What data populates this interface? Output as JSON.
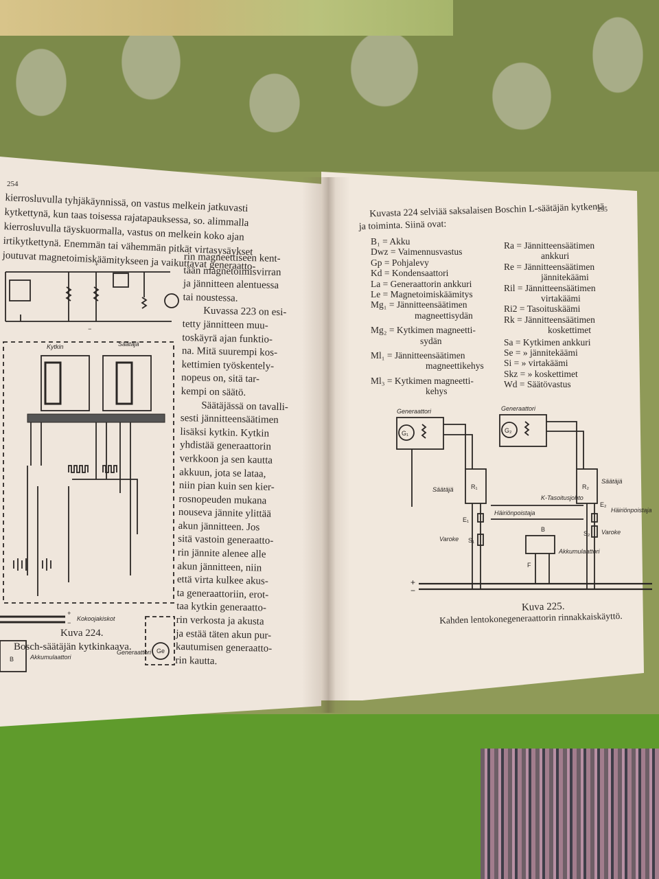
{
  "left_page": {
    "page_number": "254",
    "top_lines": [
      "kierrosluvulla tyhjäkäynnissä, on vastus melkein jatkuvasti",
      "kytkettynä, kun taas toisessa rajatapauksessa, so. alimmalla",
      "kierrosluvulla täyskuormalla, vastus on melkein koko ajan",
      "irtikytkettynä. Enemmän tai vähemmän pitkät virtasysäykset",
      "joutuvat magnetoimiskäämitykseen ja vaikuttavat generaatto-"
    ],
    "column_lines": [
      "rin magneettiseen kent-",
      "tään magnetoimisvirran",
      "ja jännitteen alentuessa",
      "tai noustessa.",
      "Kuvassa 223 on esi-",
      "tetty jännitteen muu-",
      "toskäyrä ajan funktio-",
      "na. Mitä suurempi kos-",
      "kettimien työskentely-",
      "nopeus on, sitä tar-",
      "kempi on säätö.",
      "Säätäjässä on tavalli-",
      "sesti jännitteensäätimen",
      "lisäksi kytkin. Kytkin",
      "yhdistää generaattorin",
      "verkkoon ja sen kautta",
      "akkuun, jota se lataa,",
      "niin pian kuin sen kier-",
      "rosnopeuden mukana",
      "nouseva jännite ylittää",
      "akun jännitteen. Jos",
      "sitä vastoin generaatto-",
      "rin jännite alenee alle",
      "akun jännitteen, niin",
      "että virta kulkee akus-",
      "ta generaattoriin, erot-",
      "taa kytkin generaatto-",
      "rin verkosta ja akusta",
      "ja estää täten akun pur-",
      "kautumisen generaatto-",
      "rin kautta."
    ],
    "figure_caption_title": "Kuva 224.",
    "figure_caption_text": "Bosch-säätäjän kytkinkaava.",
    "diagram_labels": {
      "kytkin": "Kytkin",
      "saataja": "Säätäjä",
      "kokoojakiskot": "Kokoojakiskot",
      "akkumulaattori": "Akkumulaattori",
      "generaattori": "Generaattori",
      "plus": "+",
      "minus": "−",
      "b": "B",
      "ge": "Ge"
    }
  },
  "right_page": {
    "page_number": "255",
    "intro_lines": [
      "Kuvasta 224 selviää saksalaisen Boschin L-säätäjän kytkentä",
      "ja toiminta. Siinä ovat:"
    ],
    "legend_left": [
      "B₁ = Akku",
      "Dwz = Vaimennusvastus",
      "Gp = Pohjalevy",
      "Kd = Kondensaattori",
      "La = Generaattorin ankkuri",
      "Le = Magnetoimiskäämitys",
      "Mg₁ = Jännitteensäätimen",
      "magneettisydän",
      "Mg₂ = Kytkimen magneetti-",
      "sydän",
      "Ml₁ = Jännitteensäätimen",
      "magneettikehys",
      "Ml₃ = Kytkimen magneetti-",
      "kehys"
    ],
    "legend_right": [
      "Ra = Jännitteensäätimen",
      "ankkuri",
      "Re = Jännitteensäätimen",
      "jännitekäämi",
      "Ril = Jännitteensäätimen",
      "virtakäämi",
      "Ri2 = Tasoituskäämi",
      "Rk = Jännitteensäätimen",
      "koskettimet",
      "Sa = Kytkimen ankkuri",
      "Se = » jännitekäämi",
      "Si = » virtakäämi",
      "Skz = » koskettimet",
      "Wd = Säätövastus"
    ],
    "diagram_labels": {
      "generaattori1": "Generaattori",
      "generaattori2": "Generaattori",
      "g1": "G₁",
      "g2": "G₂",
      "saataja1": "Säätäjä",
      "saataja2": "Säätäjä",
      "r1": "R₁",
      "r2": "R₂",
      "tasoitusjohto": "K-Tasoitusjohto",
      "hairionpoistaja1": "Häiriönpoistaja",
      "hairionpoistaja2": "Häiriönpoistaja",
      "e1": "E₁",
      "e2": "E₂",
      "varoke1": "Varoke",
      "varoke2": "Varoke",
      "s1": "S₁",
      "s2": "S₂",
      "b": "B",
      "f": "F",
      "akkumulaattori": "Akkumulaattori",
      "plus": "+",
      "minus": "−"
    },
    "figure_caption_title": "Kuva 225.",
    "figure_caption_text": "Kahden lentokonegeneraattorin rinnakkaiskäyttö."
  }
}
